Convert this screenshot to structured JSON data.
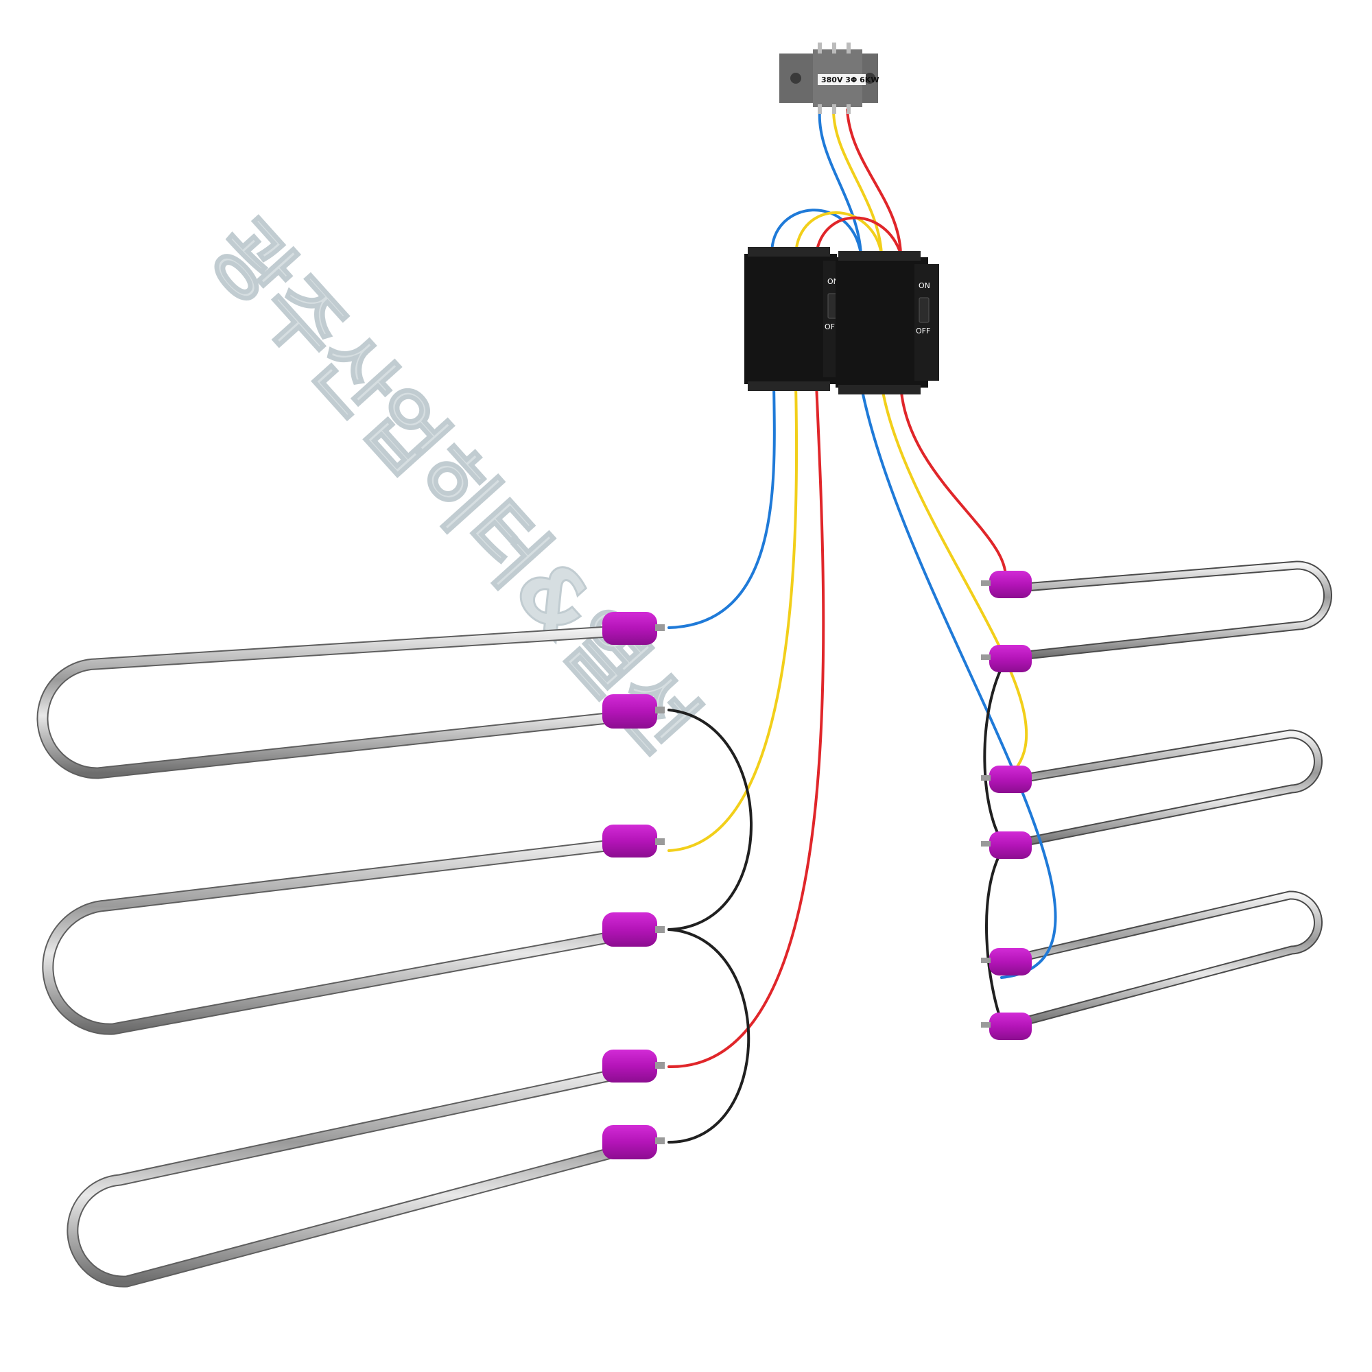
{
  "terminal_block": {
    "label": "380V 3Φ 6KW"
  },
  "breakers": [
    {
      "on_label": "ON",
      "off_label": "OFF"
    },
    {
      "on_label": "ON",
      "off_label": "OFF"
    }
  ],
  "watermark": {
    "text": "광주산업히터&열선"
  },
  "colors": {
    "blue": "#1f7ad8",
    "yellow": "#f2cf1a",
    "red": "#e0262a",
    "black": "#202020",
    "cap": "#b414b8",
    "breaker": "#141414",
    "terminal": "#6a6a6a"
  }
}
